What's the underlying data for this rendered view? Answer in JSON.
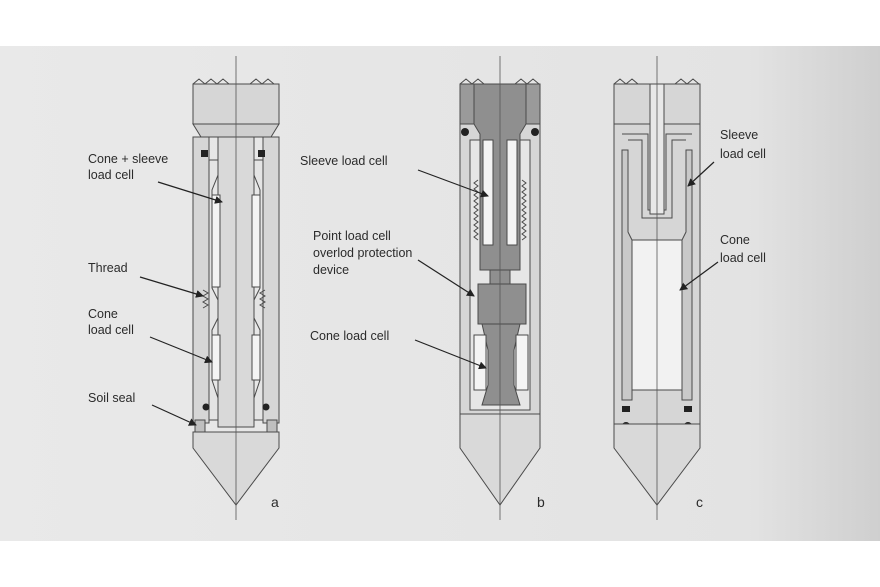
{
  "colors": {
    "panel_bg": "#e4e4e4",
    "body_fill": "#d3d3d3",
    "dark_fill": "#8f8f8f",
    "outline": "#4a4a4a",
    "label_text": "#2b2b2b"
  },
  "diagram_a": {
    "label_cone_sleeve_1": "Cone + sleeve",
    "label_cone_sleeve_2": "load cell",
    "label_thread": "Thread",
    "label_cone_1": "Cone",
    "label_cone_2": "load cell",
    "label_soil_seal": "Soil seal",
    "letter": "a"
  },
  "diagram_b": {
    "label_sleeve": "Sleeve load cell",
    "label_point_1": "Point load cell",
    "label_point_2": "overlod protection",
    "label_point_3": "device",
    "label_cone": "Cone load cell",
    "letter": "b"
  },
  "diagram_c": {
    "label_sleeve_1": "Sleeve",
    "label_sleeve_2": "load cell",
    "label_cone_1": "Cone",
    "label_cone_2": "load cell",
    "letter": "c"
  }
}
